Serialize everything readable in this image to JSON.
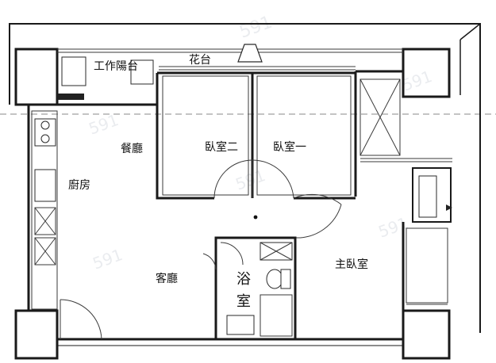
{
  "plan": {
    "rooms": {
      "work_balcony": "工作陽台",
      "flower_stand": "花台",
      "dining_room": "餐廳",
      "kitchen": "廚房",
      "bedroom_two": "臥室二",
      "bedroom_one": "臥室一",
      "living_room": "客廳",
      "bathroom_line1": "浴",
      "bathroom_line2": "室",
      "master_bedroom": "主臥室"
    },
    "watermark": "591"
  },
  "colors": {
    "wall": "#1a1a1a",
    "background": "#ffffff",
    "watermark": "#d9dde3",
    "dashed_line": "#8a8a8a"
  }
}
